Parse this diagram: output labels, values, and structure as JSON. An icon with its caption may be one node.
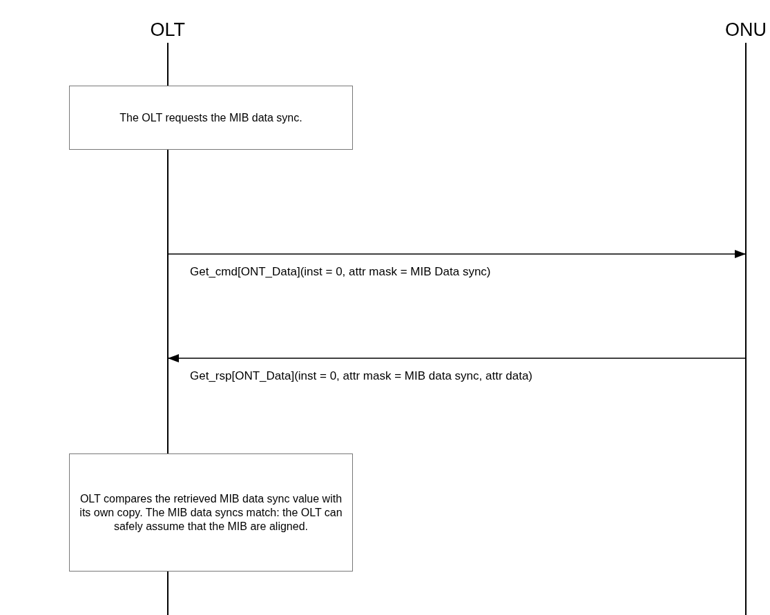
{
  "diagram": {
    "nodes": [
      {
        "text": [
          "OLT"
        ]
      },
      {
        "text": [
          "ONU"
        ]
      },
      {
        "text": [
          "The OLT requests the MIB data sync."
        ]
      },
      {
        "text": [
          "OLT compares the retrieved MIB data sync value with its own copy. The MIB data syncs match: the OLT can safely assume that the MIB are aligned."
        ]
      }
    ],
    "edges": [
      {
        "from": 0,
        "to": 1,
        "arrow": "to",
        "label": "Get_cmd[ONT_Data](inst = 0, attr mask = MIB Data sync)"
      },
      {
        "from": 1,
        "to": 0,
        "arrow": "to",
        "label": "Get_rsp[ONT_Data](inst = 0, attr mask = MIB data sync, attr data)"
      }
    ]
  }
}
